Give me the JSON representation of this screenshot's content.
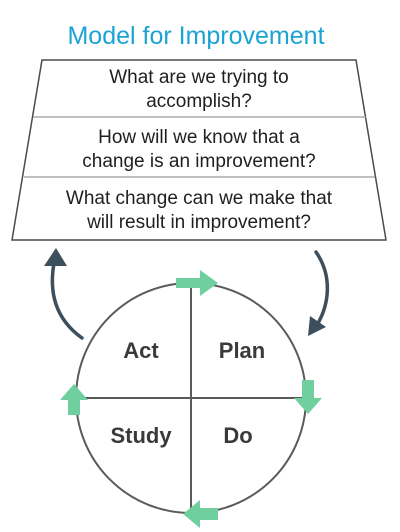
{
  "title": "Model for Improvement",
  "questions": [
    {
      "line1": "What are we trying to",
      "line2": "accomplish?"
    },
    {
      "line1": "How will we know that a",
      "line2": "change is an improvement?"
    },
    {
      "line1": "What change can we make that",
      "line2": "will result in improvement?"
    }
  ],
  "cycle": {
    "act": "Act",
    "plan": "Plan",
    "study": "Study",
    "do": "Do"
  },
  "colors": {
    "title": "#1ba3d3",
    "cycle_arrows": "#6fcf9e",
    "connector_arrows": "#3d4f5c",
    "outline": "#5a5a5a"
  }
}
